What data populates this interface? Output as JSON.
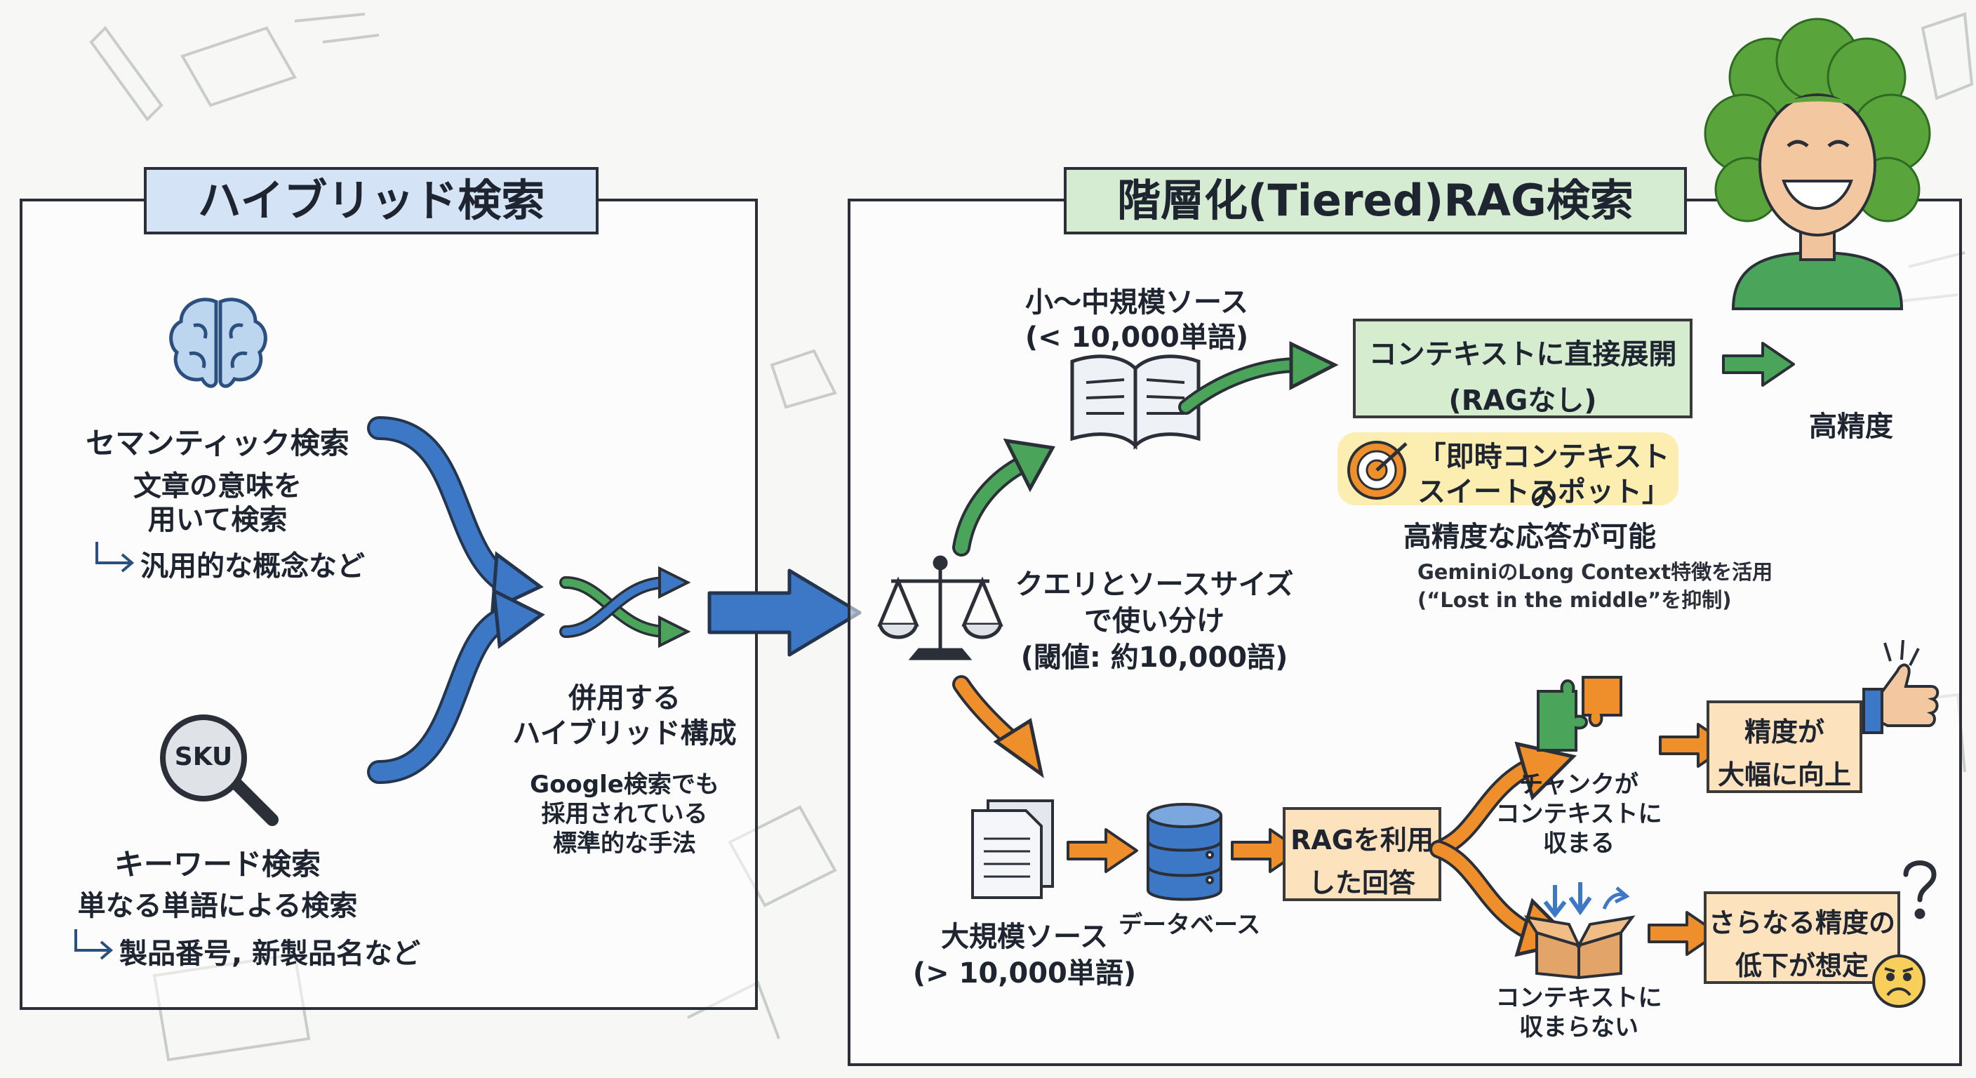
{
  "colors": {
    "blue": "#3d78c7",
    "green": "#4aa45a",
    "orange": "#ee8f2c",
    "title_blue_bg": "#d4e4f6",
    "title_green_bg": "#d6ecd2",
    "green_box_bg": "#d5ecce",
    "orange_box_bg": "#fde3bd",
    "yellow_note_bg": "#fbeeb0"
  },
  "hybrid": {
    "title": "ハイブリッド検索",
    "semantic": {
      "title": "セマンティック検索",
      "desc_line1": "文章の意味を",
      "desc_line2": "用いて検索",
      "example": "汎用的な概念など"
    },
    "keyword": {
      "title": "キーワード検索",
      "desc": "単なる単語による検索",
      "example": "製品番号, 新製品名など",
      "sku_label": "SKU"
    },
    "combo": {
      "line1": "併用する",
      "line2": "ハイブリッド構成",
      "note1": "Google検索でも",
      "note2": "採用されている",
      "note3": "標準的な手法"
    }
  },
  "tiered": {
    "title": "階層化(Tiered)RAG検索",
    "small": {
      "line1": "小〜中規模ソース",
      "line2": "(< 10,000単語)"
    },
    "direct": {
      "line1": "コンテキストに直接展開",
      "line2": "(RAGなし)"
    },
    "high_precision": "高精度",
    "sweet": {
      "line1": "「即時コンテキストの",
      "line2": "スイートスポット」"
    },
    "sweet_desc": "高精度な応答が可能",
    "gemini_line1": "GeminiのLong Context特徴を活用",
    "gemini_line2": "(“Lost in the middle”を抑制)",
    "query": {
      "line1": "クエリとソースサイズ",
      "line2": "で使い分け",
      "line3": "(閾値: 約10,000語)"
    },
    "large": {
      "line1": "大規模ソース",
      "line2": "(> 10,000単語)"
    },
    "database": "データベース",
    "rag": {
      "line1": "RAGを利用",
      "line2": "した回答"
    },
    "fit": {
      "line1": "チャンクが",
      "line2": "コンテキストに",
      "line3": "収まる"
    },
    "notfit": {
      "line1": "コンテキストに",
      "line2": "収まらない"
    },
    "improve": {
      "line1": "精度が",
      "line2": "大幅に向上"
    },
    "degrade": {
      "line1": "さらなる精度の",
      "line2": "低下が想定"
    }
  }
}
